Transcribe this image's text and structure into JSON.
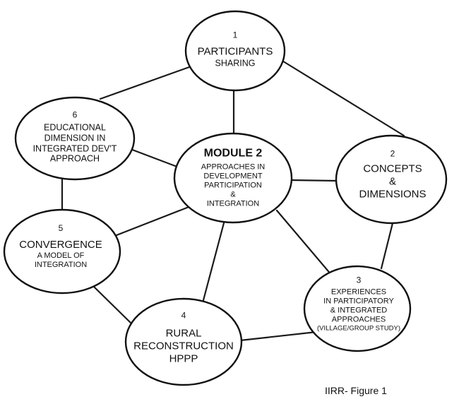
{
  "nodes": {
    "participants": {
      "number": "1",
      "title": "PARTICIPANTS",
      "lines": [
        "SHARING"
      ]
    },
    "concepts": {
      "number": "2",
      "title": "CONCEPTS",
      "lines": [
        "&",
        "DIMENSIONS"
      ]
    },
    "experiences": {
      "number": "3",
      "title": "",
      "lines": [
        "EXPERIENCES",
        "IN PARTICIPATORY",
        "& INTEGRATED",
        "APPROACHES",
        "(VILLAGE/GROUP STUDY)"
      ]
    },
    "rural": {
      "number": "4",
      "title": "RURAL",
      "lines": [
        "RECONSTRUCTION",
        "HPPP"
      ]
    },
    "convergence": {
      "number": "5",
      "title": "CONVERGENCE",
      "lines": [
        "A MODEL OF",
        "INTEGRATION"
      ]
    },
    "educational": {
      "number": "6",
      "title": "",
      "lines": [
        "EDUCATIONAL",
        "DIMENSION IN",
        "INTEGRATED DEV'T",
        "APPROACH"
      ]
    },
    "module": {
      "number": "",
      "title": "MODULE 2",
      "lines": [
        "APPROACHES IN",
        "DEVELOPMENT",
        "PARTICIPATION",
        "&",
        "INTEGRATION"
      ]
    }
  },
  "caption": "IIRR- Figure 1"
}
